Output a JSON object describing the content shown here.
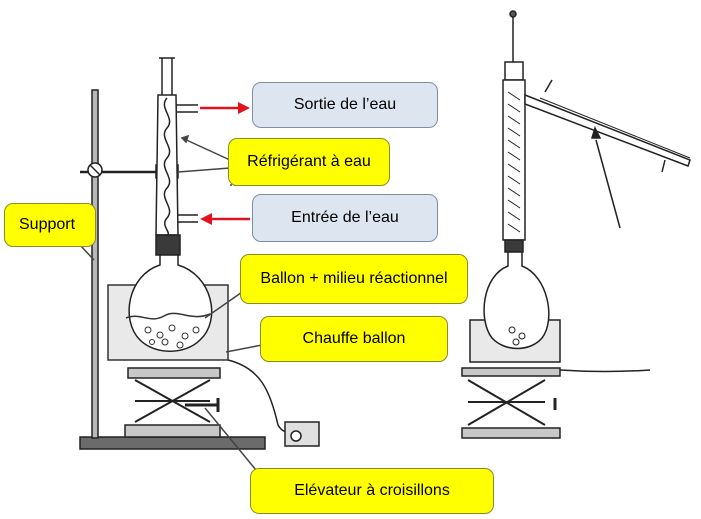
{
  "labels": {
    "sortie_eau": "Sortie de l’eau",
    "refrigerant": "Réfrigérant à eau",
    "entree_eau": "Entrée de l’eau",
    "support": "Support",
    "ballon": "Ballon + milieu réactionnel",
    "chauffe_ballon": "Chauffe ballon",
    "elevateur": "Elévateur à croisillons"
  },
  "colors": {
    "callout_yellow": "#ffff00",
    "callout_blue": "#dde5f0",
    "arrow_red": "#e0141e"
  }
}
